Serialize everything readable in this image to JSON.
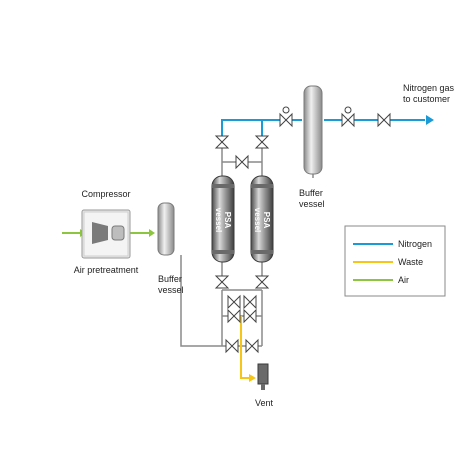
{
  "colors": {
    "nitrogen": "#1a9ad6",
    "waste": "#f5c518",
    "air": "#8cc63f",
    "pipe": "#808080",
    "vessel_dark": "#5a5a5a",
    "vessel_light": "#d6d6d6"
  },
  "labels": {
    "compressor": "Compressor",
    "air_pretreatment": "Air pretreatment",
    "buffer_vessel_left_1": "Buffer",
    "buffer_vessel_left_2": "vessel",
    "buffer_vessel_right_1": "Buffer",
    "buffer_vessel_right_2": "vessel",
    "psa_1_line1": "PSA",
    "psa_1_line2": "vessel",
    "psa_2_line1": "PSA",
    "psa_2_line2": "vessel",
    "vent": "Vent",
    "output_line1": "Nitrogen gas",
    "output_line2": "to customer"
  },
  "legend": {
    "items": [
      {
        "label": "Nitrogen",
        "color_key": "nitrogen"
      },
      {
        "label": "Waste",
        "color_key": "waste"
      },
      {
        "label": "Air",
        "color_key": "air"
      }
    ]
  },
  "icons": [
    "compressor-icon",
    "valve-icon",
    "vent-icon",
    "arrow-icon"
  ]
}
